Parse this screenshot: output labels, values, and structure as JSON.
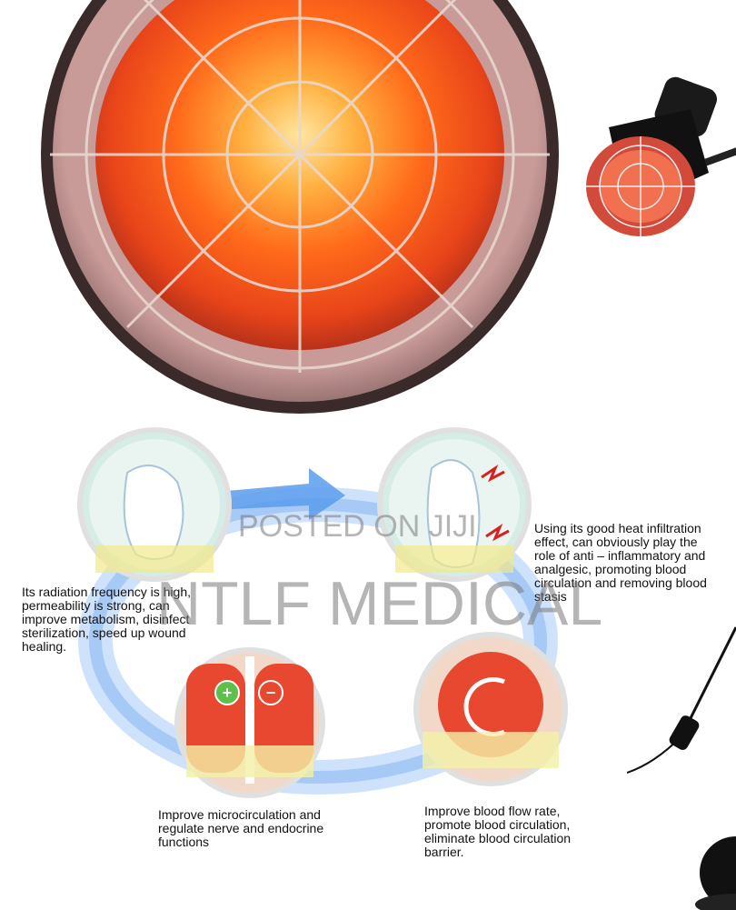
{
  "captions": {
    "top_right": "Using its good heat infiltration\neffect, can obviously play the\nrole of anti – inflammatory and\nanalgesic, promoting blood\ncirculation and removing blood\nstasis",
    "mid_left": "Its radiation frequency is high,\npermeability is strong, can\nimprove metabolism, disinfect\nsterilization, speed up wound\nhealing.",
    "bottom_center": "Improve microcirculation and\nregulate nerve and endocrine\nfunctions",
    "bottom_right": "Improve blood flow rate,\npromote blood circulation,\neliminate blood circulation\nbarrier."
  },
  "watermark": {
    "line1": "POSTED ON JIJI",
    "line2": "NTLF MEDICAL"
  },
  "icons": {
    "plus": "+",
    "minus": "−"
  }
}
